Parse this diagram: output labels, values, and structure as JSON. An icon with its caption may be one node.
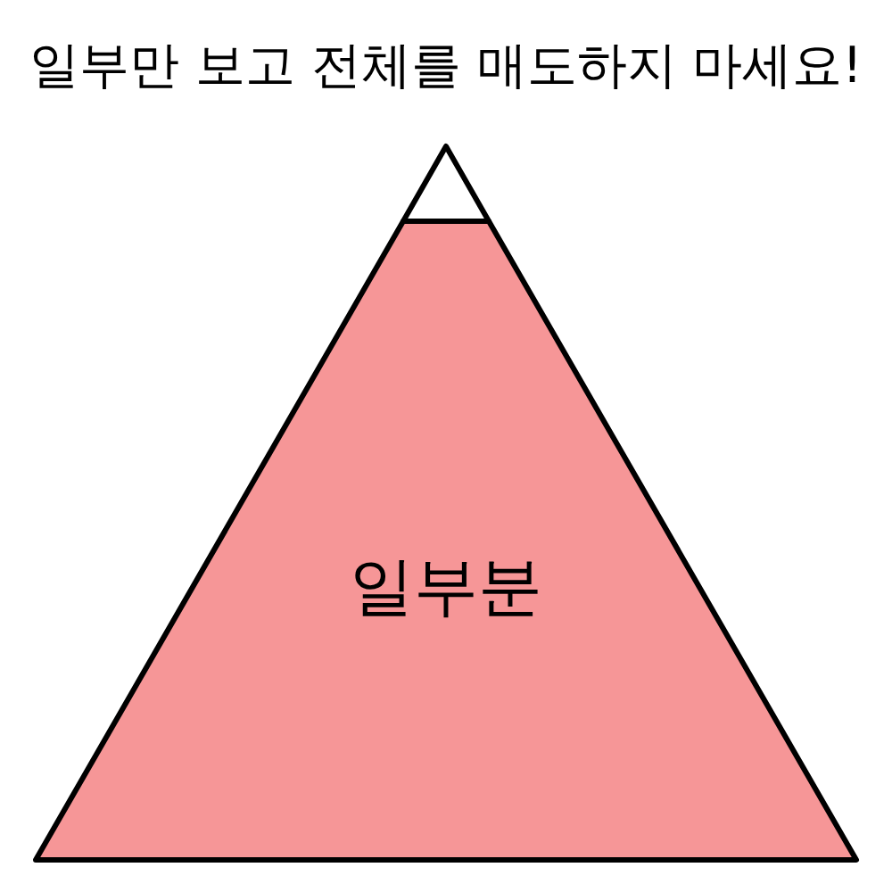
{
  "diagram": {
    "title": "일부만 보고 전체를 매도하지 마세요!",
    "nodes": [
      {
        "text": [],
        "shape": "triangle"
      },
      {
        "text": [
          "일부분"
        ]
      }
    ]
  }
}
